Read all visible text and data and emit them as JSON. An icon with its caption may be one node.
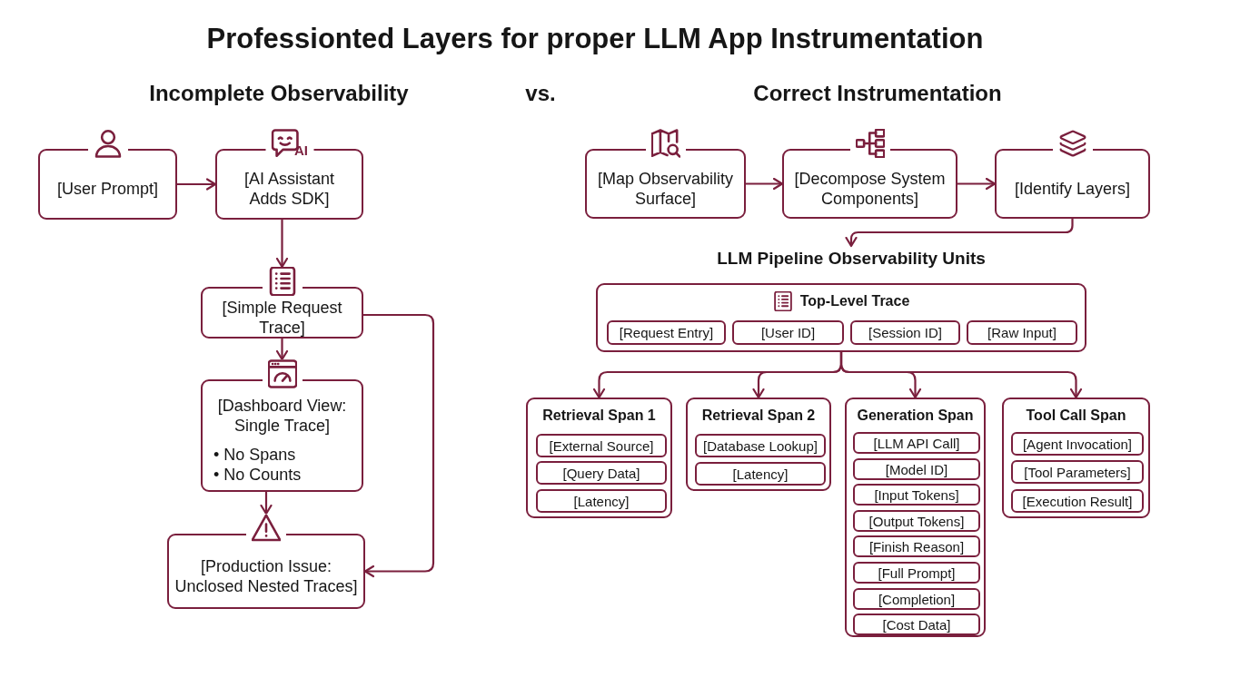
{
  "diagram": {
    "title": "Professionted Layers for proper LLM App Instrumentation",
    "nodes": [
      {
        "text": [
          "[User Prompt]"
        ]
      },
      {
        "text": [
          "[AI Assistant Adds SDK]"
        ]
      },
      {
        "text": [
          "[Simple Request Trace]"
        ]
      },
      {
        "text": [
          "[Dashboard View: Single Trace]",
          "• No Spans",
          "• No Counts"
        ]
      },
      {
        "text": [
          "[Production Issue: Unclosed Nested Traces]"
        ]
      },
      {
        "text": [
          "[Map Observability Surface]"
        ]
      },
      {
        "text": [
          "[Decompose System Components]"
        ]
      },
      {
        "text": [
          "[Identify Layers]"
        ]
      },
      {
        "text": [
          "LLM Pipeline Observability Units"
        ]
      },
      {
        "text": [
          "Top-Level Trace"
        ]
      },
      {
        "text": [
          "[Request Entry]"
        ],
        "in": 9
      },
      {
        "text": [
          "[User ID]"
        ],
        "in": 9
      },
      {
        "text": [
          "[Session ID]"
        ],
        "in": 9
      },
      {
        "text": [
          "[Raw Input]"
        ],
        "in": 9
      },
      {
        "text": [
          "Retrieval Span 1"
        ]
      },
      {
        "text": [
          "[External Source]"
        ],
        "in": 14
      },
      {
        "text": [
          "[Query Data]"
        ],
        "in": 14
      },
      {
        "text": [
          "[Latency]"
        ],
        "in": 14
      },
      {
        "text": [
          "Retrieval Span 2"
        ]
      },
      {
        "text": [
          "[Database Lookup]"
        ],
        "in": 18
      },
      {
        "text": [
          "[Latency]"
        ],
        "in": 18
      },
      {
        "text": [
          "Generation Span"
        ]
      },
      {
        "text": [
          "[LLM API Call]"
        ],
        "in": 21
      },
      {
        "text": [
          "[Model ID]"
        ],
        "in": 21
      },
      {
        "text": [
          "[Input Tokens]"
        ],
        "in": 21
      },
      {
        "text": [
          "[Output Tokens]"
        ],
        "in": 21
      },
      {
        "text": [
          "[Finish Reason]"
        ],
        "in": 21
      },
      {
        "text": [
          "[Full Prompt]"
        ],
        "in": 21
      },
      {
        "text": [
          "[Completion]"
        ],
        "in": 21
      },
      {
        "text": [
          "[Cost Data]"
        ],
        "in": 21
      },
      {
        "text": [
          "Tool Call Span"
        ]
      },
      {
        "text": [
          "[Agent Invocation]"
        ],
        "in": 30
      },
      {
        "text": [
          "[Tool Parameters]"
        ],
        "in": 30
      },
      {
        "text": [
          "[Execution Result]"
        ],
        "in": 30
      }
    ],
    "edges": [
      {
        "from": 0,
        "to": 1,
        "arrow": "to"
      },
      {
        "from": 1,
        "to": 2,
        "arrow": "to"
      },
      {
        "from": 2,
        "to": 3,
        "arrow": "to"
      },
      {
        "from": 3,
        "to": 4,
        "arrow": "to"
      },
      {
        "from": 2,
        "to": 4,
        "arrow": "to"
      },
      {
        "from": 5,
        "to": 6,
        "arrow": "to"
      },
      {
        "from": 6,
        "to": 7,
        "arrow": "to"
      },
      {
        "from": 7,
        "to": 8,
        "arrow": "to"
      },
      {
        "from": 9,
        "to": 14,
        "arrow": "to"
      },
      {
        "from": 9,
        "to": 18,
        "arrow": "to"
      },
      {
        "from": 9,
        "to": 21,
        "arrow": "to"
      },
      {
        "from": 9,
        "to": 30,
        "arrow": "to"
      }
    ],
    "labels": [
      "Incomplete Observability",
      "vs.",
      "Correct Instrumentation",
      "AI"
    ]
  }
}
